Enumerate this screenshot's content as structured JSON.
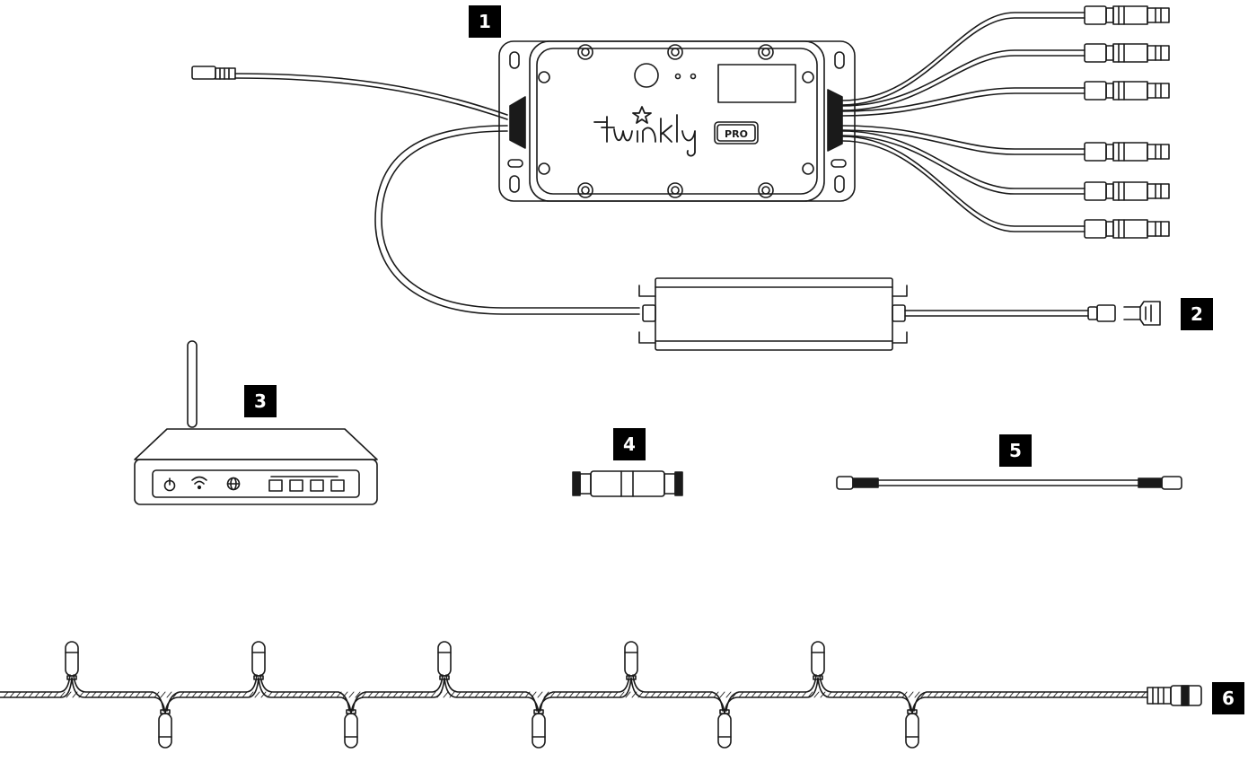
{
  "colors": {
    "ink": "#1a1a1a",
    "badge_bg": "#000000",
    "badge_text": "#ffffff",
    "paper": "#ffffff"
  },
  "badges": [
    {
      "id": "controller",
      "label": "1"
    },
    {
      "id": "power-supply",
      "label": "2"
    },
    {
      "id": "router",
      "label": "3"
    },
    {
      "id": "coupler",
      "label": "4"
    },
    {
      "id": "extension-cable",
      "label": "5"
    },
    {
      "id": "light-string",
      "label": "6"
    }
  ],
  "controller": {
    "brand_logo": "twinkly",
    "model_badge": "PRO",
    "output_count": 6
  },
  "router": {
    "icons": [
      "power-icon",
      "wifi-icon",
      "globe-icon"
    ],
    "port_count": 4
  },
  "light_string": {
    "bulb_count": 10
  }
}
